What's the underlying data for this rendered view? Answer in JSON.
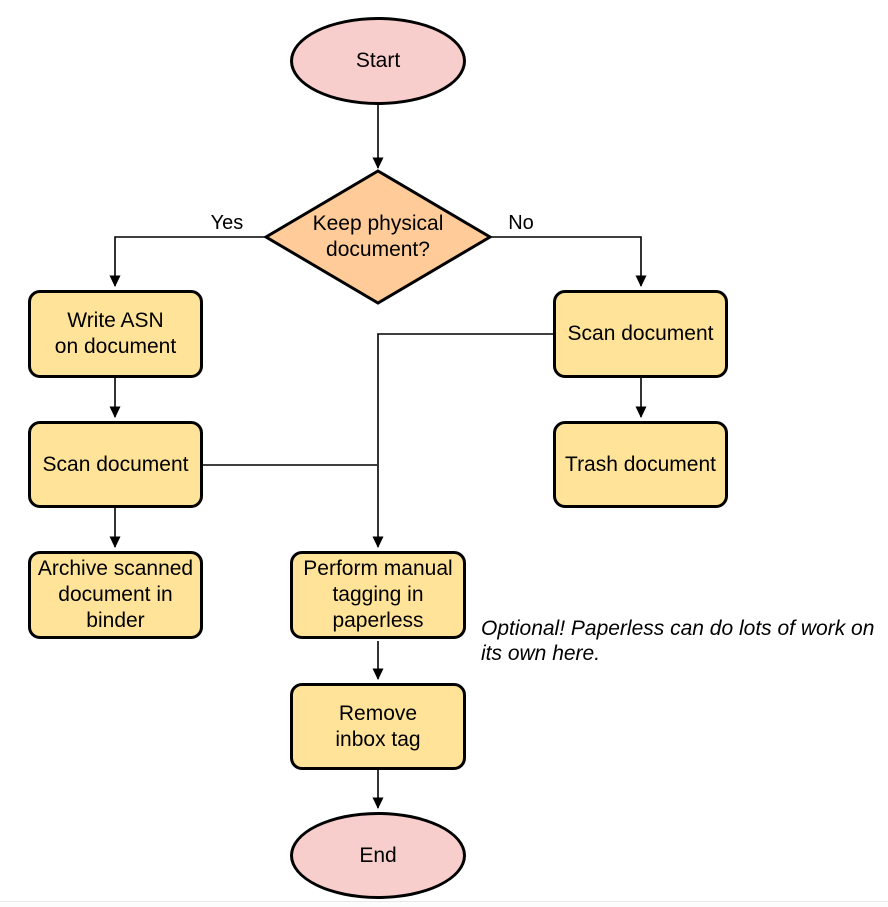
{
  "diagram": {
    "type": "flowchart",
    "colors": {
      "terminal_fill": "#f8cecc",
      "process_fill": "#ffe399",
      "decision_fill": "#ffcc99",
      "stroke": "#000000",
      "background": "#ffffff"
    },
    "nodes": {
      "start": {
        "type": "terminal",
        "label": "Start"
      },
      "decision": {
        "type": "decision",
        "label": "Keep physical\ndocument?"
      },
      "write_asn": {
        "type": "process",
        "label": "Write ASN\non document"
      },
      "scan_left": {
        "type": "process",
        "label": "Scan document"
      },
      "archive": {
        "type": "process",
        "label": "Archive scanned\ndocument in\nbinder"
      },
      "scan_right": {
        "type": "process",
        "label": "Scan document"
      },
      "trash": {
        "type": "process",
        "label": "Trash document"
      },
      "tagging": {
        "type": "process",
        "label": "Perform manual\ntagging in\npaperless"
      },
      "remove_inbox": {
        "type": "process",
        "label": "Remove\ninbox tag"
      },
      "end": {
        "type": "terminal",
        "label": "End"
      }
    },
    "edge_labels": {
      "yes": "Yes",
      "no": "No"
    },
    "edges": [
      {
        "from": "start",
        "to": "decision",
        "label": ""
      },
      {
        "from": "decision",
        "to": "write_asn",
        "label": "Yes"
      },
      {
        "from": "decision",
        "to": "scan_right",
        "label": "No"
      },
      {
        "from": "write_asn",
        "to": "scan_left",
        "label": ""
      },
      {
        "from": "scan_left",
        "to": "archive",
        "label": ""
      },
      {
        "from": "scan_left",
        "to": "tagging",
        "label": ""
      },
      {
        "from": "scan_right",
        "to": "trash",
        "label": ""
      },
      {
        "from": "scan_right",
        "to": "tagging",
        "label": ""
      },
      {
        "from": "tagging",
        "to": "remove_inbox",
        "label": ""
      },
      {
        "from": "remove_inbox",
        "to": "end",
        "label": ""
      }
    ],
    "note": "Optional! Paperless can do lots of work on\nits own here."
  }
}
